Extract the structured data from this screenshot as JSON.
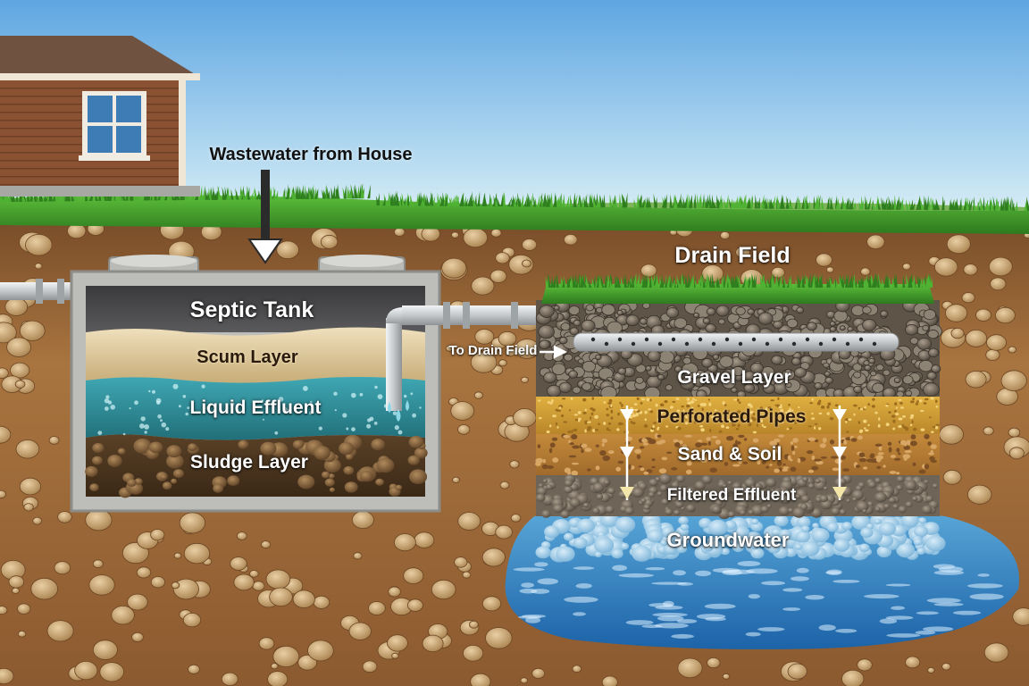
{
  "labels": {
    "wastewater_from_house": "Wastewater from House",
    "septic_tank": "Septic Tank",
    "scum_layer": "Scum Layer",
    "liquid_effluent": "Liquid Effluent",
    "sludge_layer": "Sludge Layer",
    "drain_field": "Drain Field",
    "to_drain_field": "To Drain Field",
    "gravel_layer": "Gravel Layer",
    "perforated_pipes": "Perforated Pipes",
    "sand_soil": "Sand & Soil",
    "filtered_effluent": "Filtered Effluent",
    "groundwater": "Groundwater"
  },
  "colors": {
    "sky_top": "#6fb0e6",
    "sky_bottom": "#e4f1f8",
    "grass": "#3f9a2a",
    "soil": "#9c6a3c",
    "tank_concrete": "#b8b8b4",
    "scum": "#d9c49a",
    "effluent": "#2f8f9a",
    "sludge": "#4a3520",
    "gravel": "#7a7064",
    "sand": "#c9962e",
    "groundwater": "#2b86c4",
    "house_siding": "#8a5233",
    "pipe": "#c9cdd0"
  }
}
